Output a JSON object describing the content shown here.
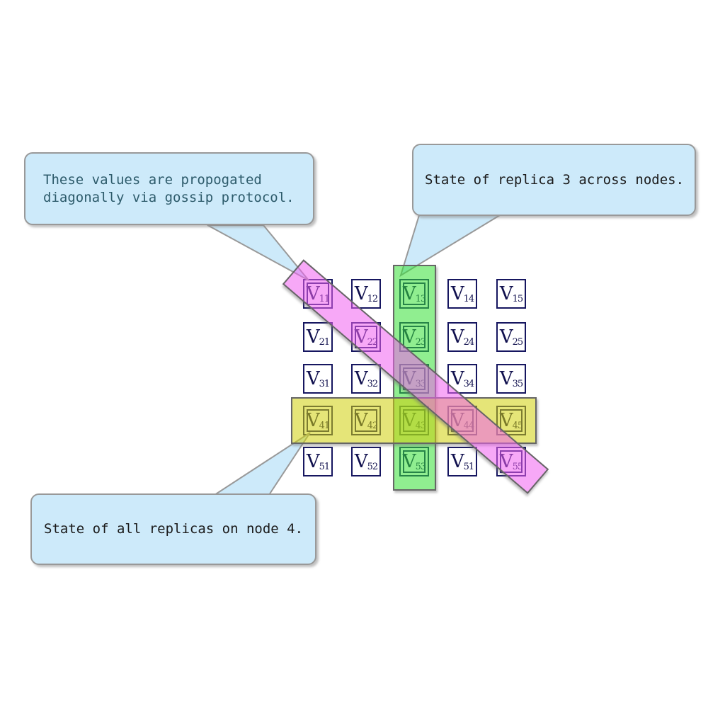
{
  "callouts": {
    "gossip": {
      "lines": [
        "These values are propogated",
        "diagonally via gossip protocol."
      ]
    },
    "replica": {
      "lines": [
        "State of replica 3 across nodes."
      ]
    },
    "node4": {
      "lines": [
        "State of all replicas on node 4."
      ]
    }
  },
  "matrix": {
    "symbol": "V",
    "subscripts": [
      [
        "11",
        "12",
        "13",
        "14",
        "15"
      ],
      [
        "21",
        "22",
        "23",
        "24",
        "25"
      ],
      [
        "31",
        "32",
        "33",
        "34",
        "35"
      ],
      [
        "41",
        "42",
        "43",
        "44",
        "45"
      ],
      [
        "51",
        "52",
        "53",
        "51",
        "55"
      ]
    ],
    "highlights": {
      "green_column": {
        "meaning": "State of replica 3 across nodes.",
        "cells": [
          [
            1,
            3
          ],
          [
            2,
            3
          ],
          [
            3,
            3
          ],
          [
            4,
            3
          ],
          [
            5,
            3
          ]
        ]
      },
      "yellow_row": {
        "meaning": "State of all replicas on node 4.",
        "cells": [
          [
            4,
            1
          ],
          [
            4,
            2
          ],
          [
            4,
            3
          ],
          [
            4,
            4
          ],
          [
            4,
            5
          ]
        ]
      },
      "pink_diagonal": {
        "meaning": "These values are propogated diagonally via gossip protocol.",
        "cells": [
          [
            1,
            1
          ],
          [
            2,
            2
          ],
          [
            3,
            3
          ],
          [
            4,
            4
          ],
          [
            5,
            5
          ]
        ]
      }
    }
  },
  "colors": {
    "green_band": "#34e034",
    "yellow_band": "#d0d00a",
    "pink_band": "#f060f0",
    "band_border": "#666666",
    "callout_fill": "#cdeafa",
    "callout_border": "#999999",
    "callout_gossip_text": "#2d5b6b",
    "callout_default_text": "#1a1a1a",
    "cell_border": "#161660",
    "cell_text": "#10104e",
    "background": "#ffffff"
  }
}
